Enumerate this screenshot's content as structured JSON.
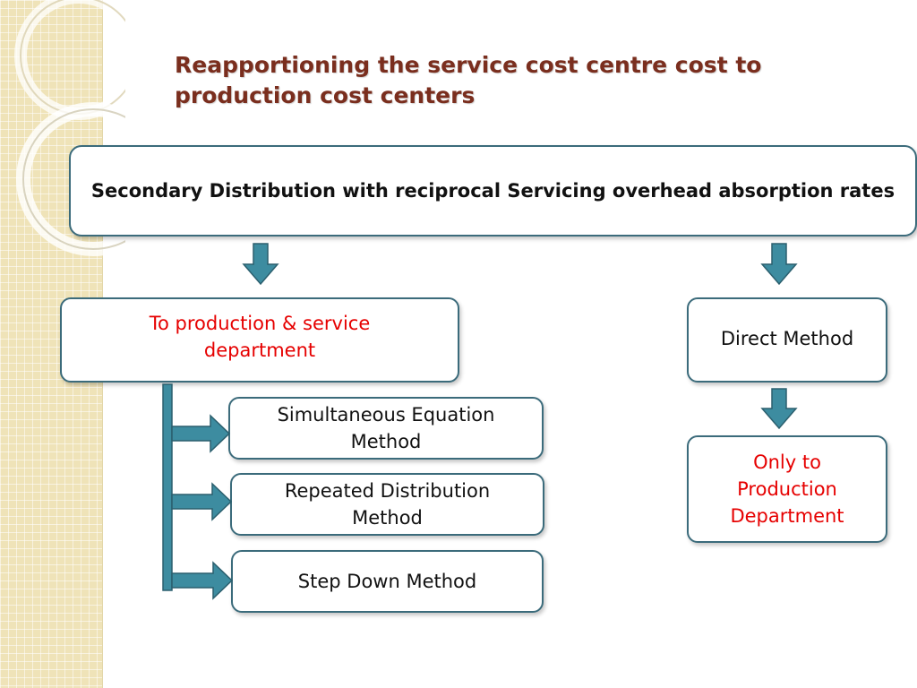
{
  "title": "Reapportioning the service cost centre cost to production cost centers",
  "main_box": "Secondary Distribution with reciprocal Servicing overhead absorption rates",
  "to_production_box": "To production & service department",
  "direct_method_box": "Direct Method",
  "methods": [
    "Simultaneous Equation Method",
    "Repeated Distribution Method",
    "Step Down Method"
  ],
  "only_production_box": "Only to Production Department",
  "colors": {
    "title": "#7a2e1e",
    "border": "#3b6b7b",
    "arrow_fill": "#3d8ca0",
    "arrow_stroke": "#2b5f6e",
    "highlight_text": "#e60000",
    "side_strip": "#efe3b8"
  }
}
